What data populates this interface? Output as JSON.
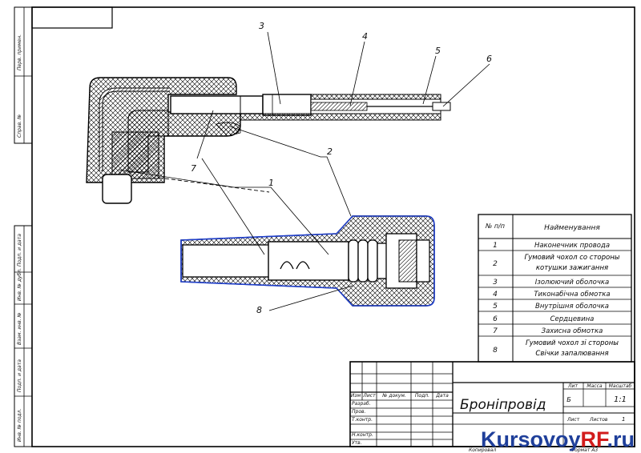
{
  "callouts": {
    "c1": "1",
    "c2": "2",
    "c3": "3",
    "c4": "4",
    "c5": "5",
    "c6": "6",
    "c7": "7",
    "c8": "8"
  },
  "parts_table": {
    "header_num": "№ п/п",
    "header_name": "Найменування",
    "rows": [
      {
        "n": "1",
        "name": "Наконечник провода"
      },
      {
        "n": "2",
        "name": "Гумовий чохол со стороны котушки зажигання"
      },
      {
        "n": "3",
        "name": "Ізолюючий оболочка"
      },
      {
        "n": "4",
        "name": "Тиконабічна обмотка"
      },
      {
        "n": "5",
        "name": "Внутрішня оболочка"
      },
      {
        "n": "6",
        "name": "Сердцевина"
      },
      {
        "n": "7",
        "name": "Захисна обмотка"
      },
      {
        "n": "8",
        "name": "Гумовий чохол зі стороны Свічки запалювання"
      }
    ]
  },
  "title_block": {
    "title": "Броніпровід",
    "lit_label": "Лит",
    "mass_label": "Масса",
    "scale_label": "Масштаб",
    "scale_value": "1:1",
    "lit_value": "Б",
    "sheet_label": "Лист",
    "sheets_label": "Листов",
    "sheets_value": "1",
    "col_izm": "Изм",
    "col_list": "Лист",
    "col_doc": "№ докум.",
    "col_sign": "Подп.",
    "col_date": "Дата",
    "row_razrab": "Разраб.",
    "row_prov": "Пров.",
    "row_tkontr": "Т.контр.",
    "row_nkontr": "Н.контр.",
    "row_utv": "Утв.",
    "copied": "Копировал",
    "format": "Формат  А3"
  },
  "side_stamp": [
    "Перв. примен.",
    "Справ. №",
    "Подп. и дата",
    "Инв. № дубл.",
    "Взам. инв. №",
    "Подп. и дата",
    "Инв. № подл."
  ],
  "watermark": {
    "part1": "Kursovoy",
    "part2": "RF",
    "part3": ".ru"
  }
}
